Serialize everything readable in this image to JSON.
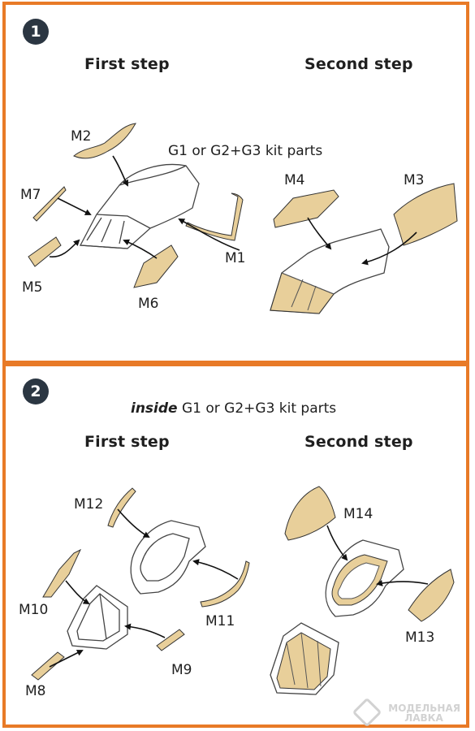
{
  "panel1": {
    "number": "1",
    "first_step": "First step",
    "second_step": "Second step",
    "kit_note": "G1 or G2+G3 kit parts",
    "labels": {
      "m1": "M1",
      "m2": "M2",
      "m3": "M3",
      "m4": "M4",
      "m5": "M5",
      "m6": "M6",
      "m7": "M7"
    }
  },
  "panel2": {
    "number": "2",
    "note_emph": "inside",
    "note_rest": " G1 or G2+G3 kit parts",
    "first_step": "First step",
    "second_step": "Second step",
    "labels": {
      "m8": "M8",
      "m9": "M9",
      "m10": "M10",
      "m11": "M11",
      "m12": "M12",
      "m13": "M13",
      "m14": "M14"
    }
  },
  "watermark": {
    "line1": "МОДЕЛЬНАЯ",
    "line2": "ЛАВКА"
  },
  "colors": {
    "border": "#e87a27",
    "mask": "#e8cf9a",
    "badge": "#2b3642"
  }
}
